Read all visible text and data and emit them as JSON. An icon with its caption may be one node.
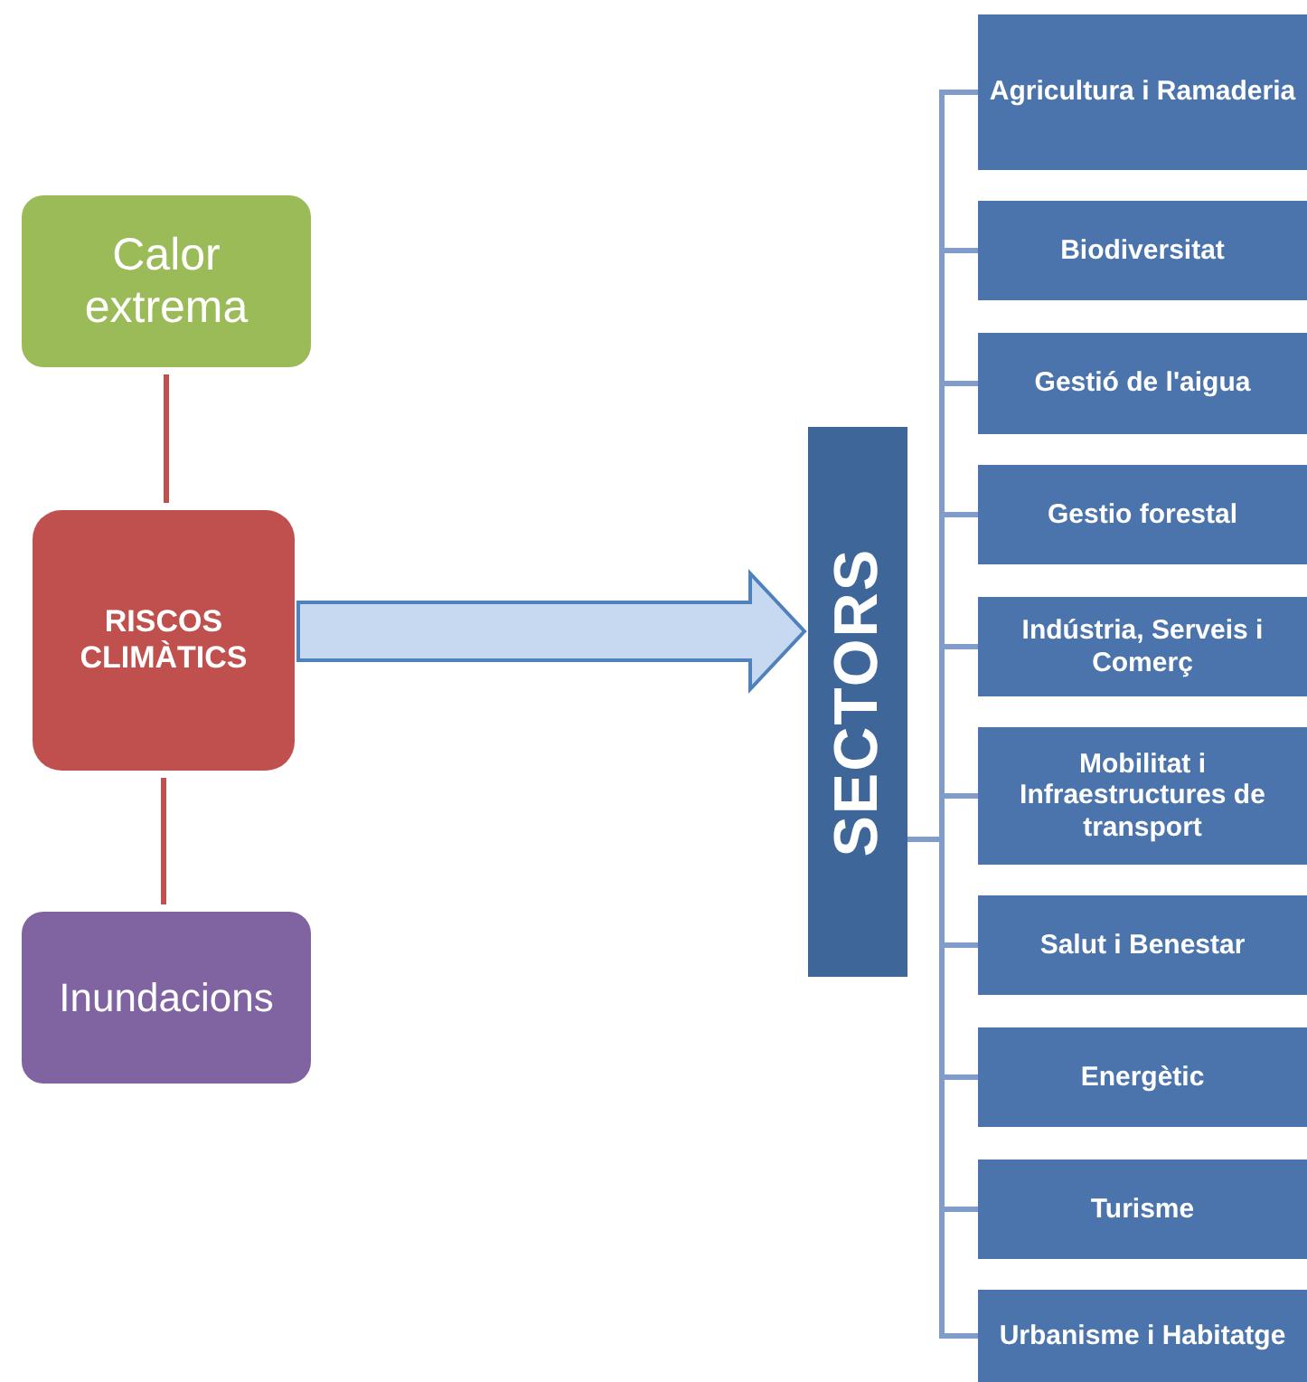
{
  "diagram": {
    "nodes": [
      {
        "text": [
          "Calor extrema"
        ]
      },
      {
        "text": [
          "RISCOS CLIMÀTICS"
        ]
      },
      {
        "text": [
          "Inundacions"
        ]
      },
      {
        "text": [
          "SECTORS"
        ]
      },
      {
        "text": [
          "Agricultura i Ramaderia"
        ]
      },
      {
        "text": [
          "Biodiversitat"
        ]
      },
      {
        "text": [
          "Gestió de l'aigua"
        ]
      },
      {
        "text": [
          "Gestio forestal"
        ]
      },
      {
        "text": [
          "Indústria, Serveis i Comerç"
        ]
      },
      {
        "text": [
          "Mobilitat i Infraestructures de transport"
        ]
      },
      {
        "text": [
          "Salut i Benestar"
        ]
      },
      {
        "text": [
          "Energètic"
        ]
      },
      {
        "text": [
          "Turisme"
        ]
      },
      {
        "text": [
          "Urbanisme i Habitatge"
        ]
      }
    ],
    "edges": [
      {
        "from": 0,
        "to": 1,
        "arrow": "none",
        "color": "#c0504d"
      },
      {
        "from": 1,
        "to": 2,
        "arrow": "none",
        "color": "#c0504d"
      },
      {
        "from": 1,
        "to": 3,
        "arrow": "to",
        "style": "thick",
        "color": "#4f81bd"
      },
      {
        "from": 3,
        "to": 4,
        "arrow": "none"
      },
      {
        "from": 3,
        "to": 5,
        "arrow": "none"
      },
      {
        "from": 3,
        "to": 6,
        "arrow": "none"
      },
      {
        "from": 3,
        "to": 7,
        "arrow": "none"
      },
      {
        "from": 3,
        "to": 8,
        "arrow": "none"
      },
      {
        "from": 3,
        "to": 9,
        "arrow": "none"
      },
      {
        "from": 3,
        "to": 10,
        "arrow": "none"
      },
      {
        "from": 3,
        "to": 11,
        "arrow": "none"
      },
      {
        "from": 3,
        "to": 12,
        "arrow": "none"
      },
      {
        "from": 3,
        "to": 13,
        "arrow": "none"
      }
    ]
  }
}
